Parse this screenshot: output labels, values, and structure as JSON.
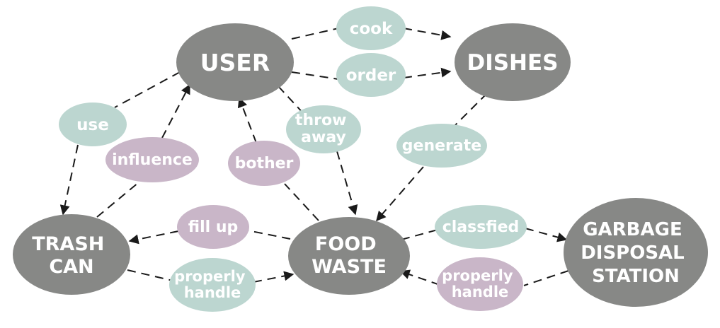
{
  "colors": {
    "node_fill": "#878886",
    "label_teal": "#bcd6d0",
    "label_mauve": "#c9b6c8",
    "edge": "#1a1a1a",
    "text": "#ffffff"
  },
  "nodes": {
    "user": {
      "lines": [
        "USER"
      ]
    },
    "dishes": {
      "lines": [
        "DISHES"
      ]
    },
    "trash_can": {
      "lines": [
        "TRASH",
        "CAN"
      ]
    },
    "food_waste": {
      "lines": [
        "FOOD",
        "WASTE"
      ]
    },
    "garbage_station": {
      "lines": [
        "GARBAGE",
        "DISPOSAL",
        "STATION"
      ]
    }
  },
  "edge_labels": {
    "cook": {
      "lines": [
        "cook"
      ],
      "tone": "teal"
    },
    "order": {
      "lines": [
        "order"
      ],
      "tone": "teal"
    },
    "use": {
      "lines": [
        "use"
      ],
      "tone": "teal"
    },
    "influence": {
      "lines": [
        "influence"
      ],
      "tone": "mauve"
    },
    "throw_away": {
      "lines": [
        "throw",
        "away"
      ],
      "tone": "teal"
    },
    "bother": {
      "lines": [
        "bother"
      ],
      "tone": "mauve"
    },
    "generate": {
      "lines": [
        "generate"
      ],
      "tone": "teal"
    },
    "fill_up": {
      "lines": [
        "fill up"
      ],
      "tone": "mauve"
    },
    "properly_handle_trash": {
      "lines": [
        "properly",
        "handle"
      ],
      "tone": "teal"
    },
    "classfied": {
      "lines": [
        "classfied"
      ],
      "tone": "teal"
    },
    "properly_handle_station": {
      "lines": [
        "properly",
        "handle"
      ],
      "tone": "mauve"
    }
  },
  "edges": [
    {
      "from": "user",
      "to": "dishes",
      "label": "cook"
    },
    {
      "from": "user",
      "to": "dishes",
      "label": "order"
    },
    {
      "from": "user",
      "to": "trash_can",
      "label": "use"
    },
    {
      "from": "trash_can",
      "to": "user",
      "label": "influence"
    },
    {
      "from": "user",
      "to": "food_waste",
      "label": "throw_away"
    },
    {
      "from": "food_waste",
      "to": "user",
      "label": "bother"
    },
    {
      "from": "dishes",
      "to": "food_waste",
      "label": "generate"
    },
    {
      "from": "food_waste",
      "to": "trash_can",
      "label": "fill_up"
    },
    {
      "from": "trash_can",
      "to": "food_waste",
      "label": "properly_handle_trash"
    },
    {
      "from": "food_waste",
      "to": "garbage_station",
      "label": "classfied"
    },
    {
      "from": "garbage_station",
      "to": "food_waste",
      "label": "properly_handle_station"
    }
  ]
}
